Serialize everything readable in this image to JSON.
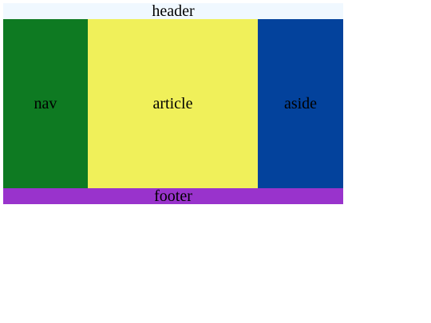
{
  "header": {
    "label": "header",
    "color": "#f0f8ff"
  },
  "nav": {
    "label": "nav",
    "color": "#0e7a22"
  },
  "article": {
    "label": "article",
    "color": "#f0f05a"
  },
  "aside": {
    "label": "aside",
    "color": "#03429c"
  },
  "footer": {
    "label": "footer",
    "color": "#9933cc"
  }
}
